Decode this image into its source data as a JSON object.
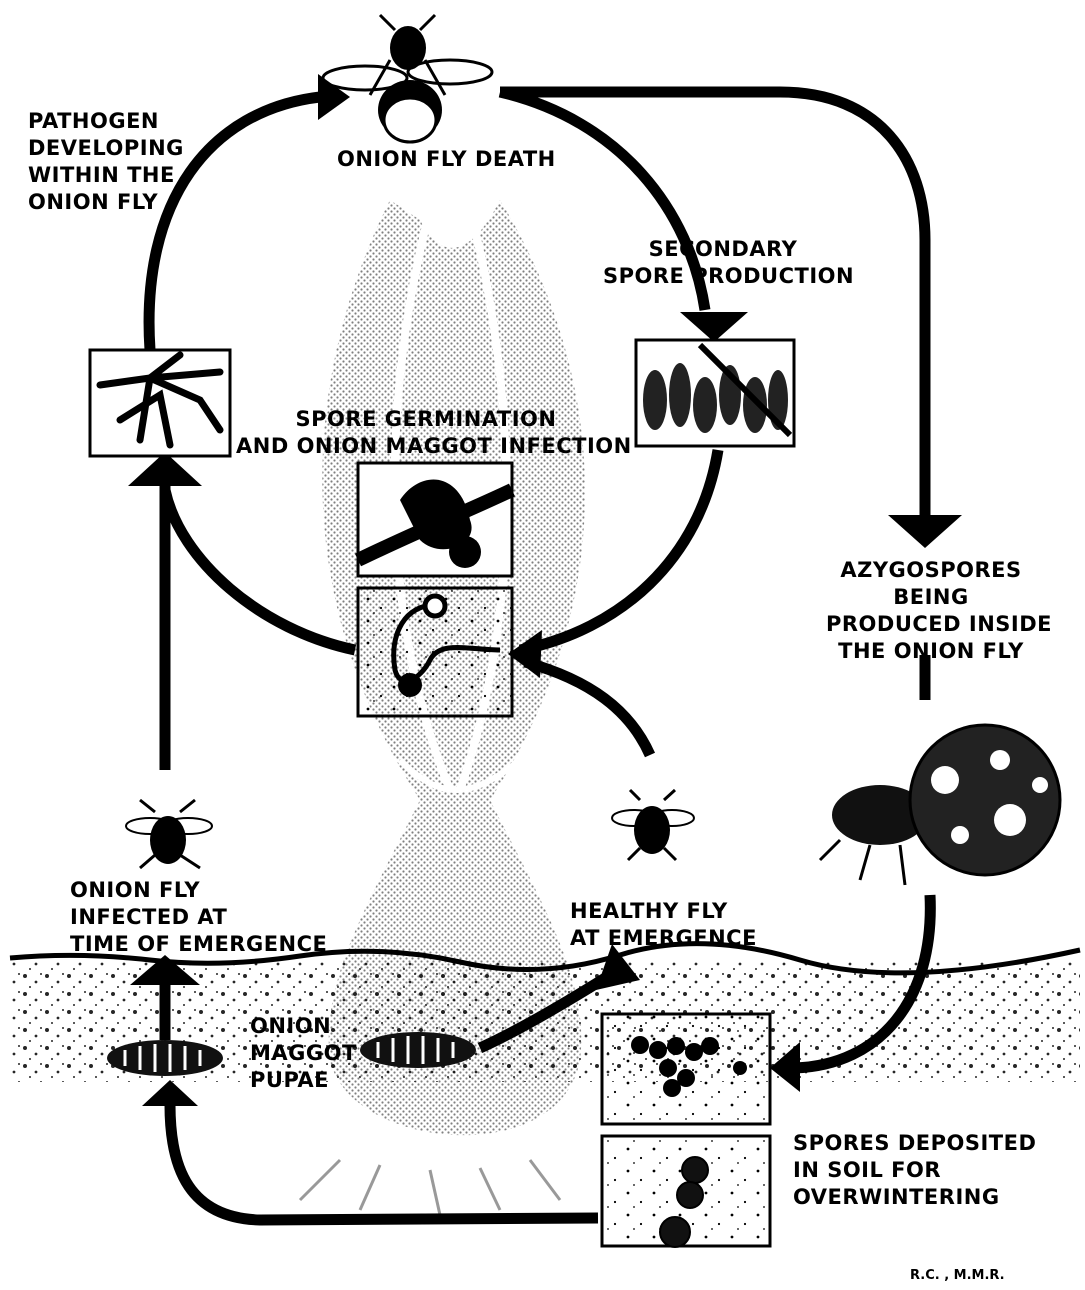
{
  "labels": {
    "pathogen_developing": "PATHOGEN\nDEVELOPING\nWITHIN THE\nONION FLY",
    "onion_fly_death": "ONION FLY DEATH",
    "secondary_spore": "SECONDARY\nSPORE PRODUCTION",
    "spore_germination": "SPORE GERMINATION\nAND ONION MAGGOT INFECTION",
    "azygospores": "AZYGOSPORES\nBEING\nPRODUCED INSIDE\nTHE ONION FLY",
    "onion_fly_infected": "ONION FLY\nINFECTED AT\nTIME OF EMERGENCE",
    "healthy_fly": "HEALTHY FLY\nAT EMERGENCE",
    "onion_maggot_pupae": "ONION\nMAGGOT\nPUPAE",
    "spores_deposited": "SPORES DEPOSITED\nIN SOIL FOR\nOVERWINTERING",
    "credit": "R.C. , M.M.R."
  }
}
